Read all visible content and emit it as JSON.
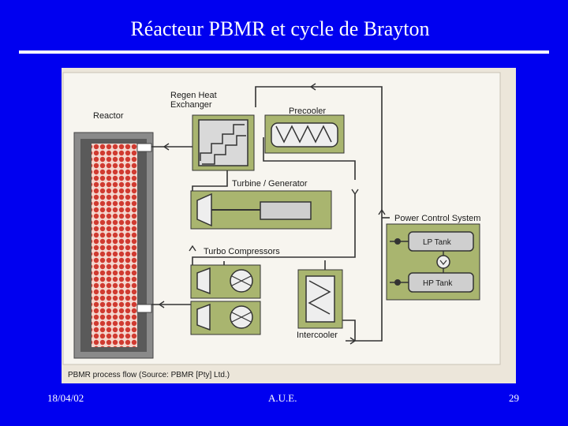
{
  "slide": {
    "title": "Réacteur PBMR et cycle de Brayton",
    "footer_date": "18/04/02",
    "footer_center": "A.U.E.",
    "footer_page": "29"
  },
  "diagram": {
    "labels": {
      "reactor": "Reactor",
      "regen_heat_exchanger_line1": "Regen Heat",
      "regen_heat_exchanger_line2": "Exchanger",
      "precooler": "Precooler",
      "turbine_generator": "Turbine / Generator",
      "power_control_system": "Power Control System",
      "turbo_compressors": "Turbo Compressors",
      "lp_tank": "LP Tank",
      "hp_tank": "HP Tank",
      "intercooler": "Intercooler"
    },
    "caption": "PBMR process flow (Source: PBMR [Pty] Ltd.)",
    "colors": {
      "panel": "#a9b56f",
      "box_dark": "#555555",
      "box_light": "#cfcfcf",
      "pebbles": "#d03a30",
      "pipe": "#333333"
    }
  }
}
